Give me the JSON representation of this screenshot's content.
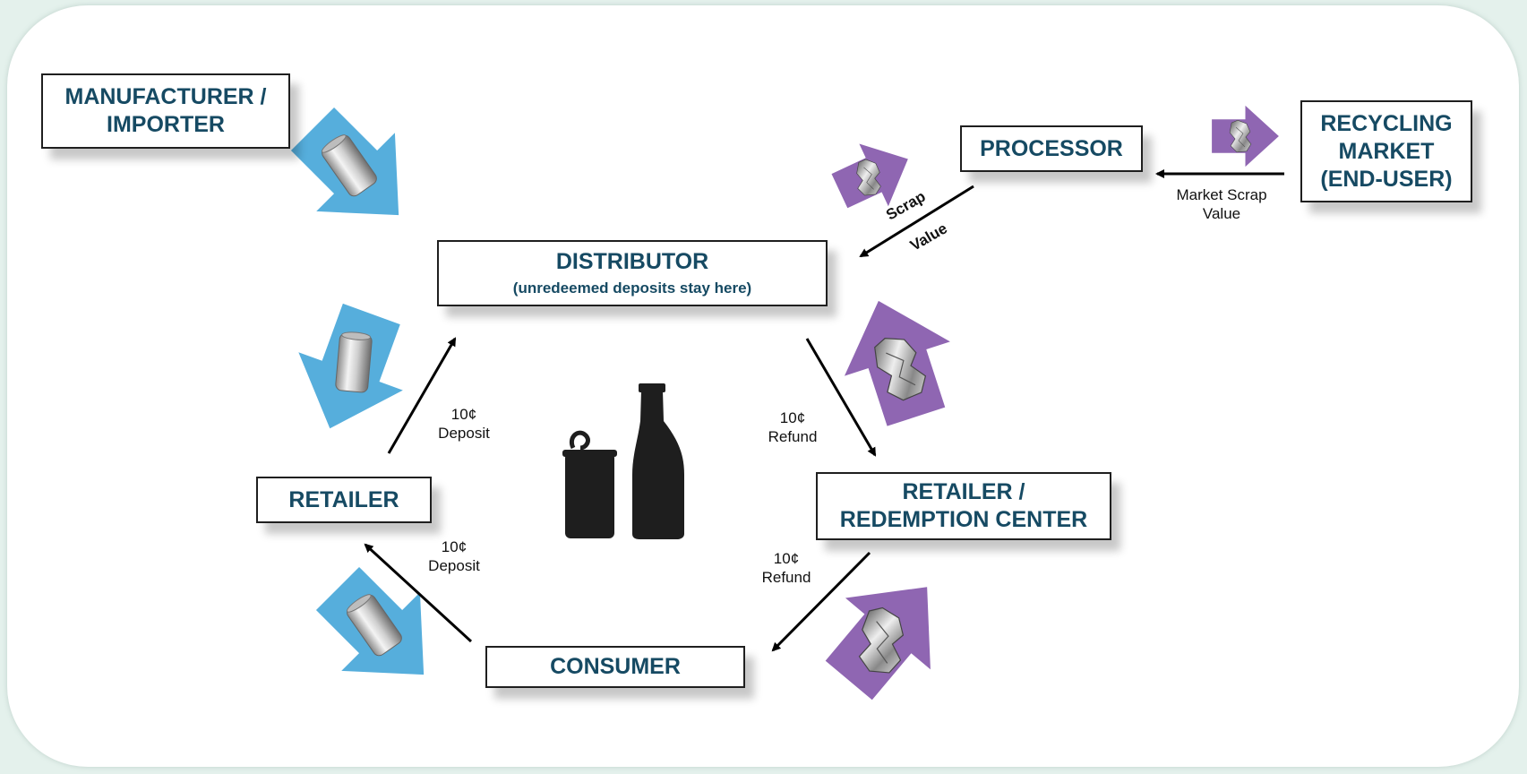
{
  "nodes": {
    "manufacturer": "MANUFACTURER /\nIMPORTER",
    "processor": "PROCESSOR",
    "recycling_market": "RECYCLING\nMARKET\n(END-USER)",
    "distributor": "DISTRIBUTOR",
    "distributor_note": "(unredeemed deposits stay here)",
    "retailer": "RETAILER",
    "redemption_center": "RETAILER /\nREDEMPTION CENTER",
    "consumer": "CONSUMER"
  },
  "flows": {
    "retailer_to_distributor": "10¢\nDeposit",
    "consumer_to_retailer": "10¢\nDeposit",
    "distributor_to_redemption": "10¢\nRefund",
    "redemption_to_consumer": "10¢\nRefund",
    "market_to_processor": "Market Scrap\nValue",
    "processor_to_distributor_1": "Scrap",
    "processor_to_distributor_2": "Value"
  },
  "colors": {
    "blue_arrow": "#56aedc",
    "purple_arrow": "#8f66b2",
    "node_text": "#164a63",
    "background": "#e4f1ec"
  },
  "icons": [
    "beverage-can-icon",
    "crushed-can-icon",
    "can-silhouette-icon",
    "bottle-silhouette-icon"
  ]
}
